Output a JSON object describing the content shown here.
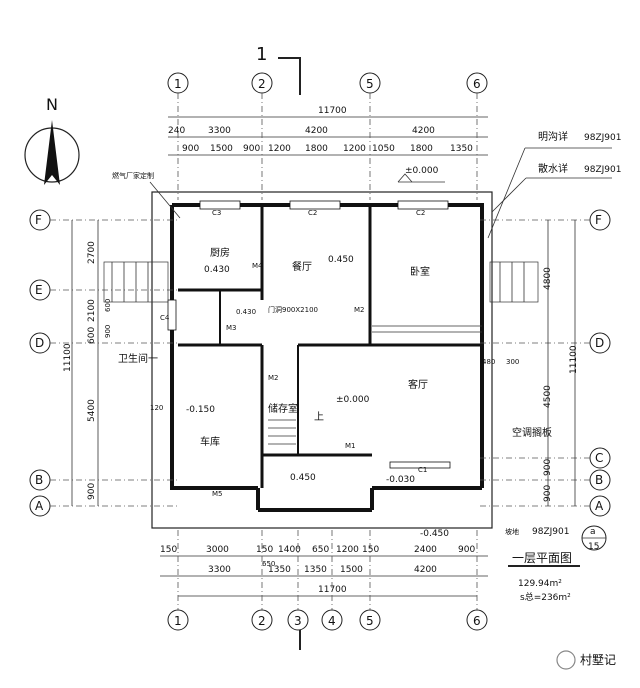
{
  "north": "N",
  "section_mark": "1",
  "grid": {
    "top": [
      "1",
      "2",
      "5",
      "6"
    ],
    "bottom": [
      "1",
      "2",
      "3",
      "4",
      "5",
      "6"
    ],
    "left": [
      "F",
      "E",
      "D",
      "B",
      "A"
    ],
    "right": [
      "F",
      "D",
      "C",
      "B",
      "A"
    ],
    "left_symbols": [
      "Ⓕ",
      "Ⓔ",
      "Ⓓ",
      "Ⓑ",
      "Ⓐ"
    ]
  },
  "dims": {
    "top_total": "11700",
    "top_mid": [
      "240",
      "3300",
      "4200",
      "4200"
    ],
    "top_detail": [
      "900",
      "1500",
      "900",
      "1200",
      "1800",
      "1200",
      "1050",
      "1800",
      "1350"
    ],
    "bottom_detail": [
      "150",
      "3000",
      "150",
      "1400",
      "650",
      "1200",
      "150",
      "2400",
      "900",
      "650"
    ],
    "bottom_mid": [
      "3300",
      "1350",
      "1350",
      "1500",
      "4200"
    ],
    "bottom_total": "11700",
    "left_outer": "11100",
    "left_inner": [
      "2700",
      "2100",
      "600",
      "5400",
      "900"
    ],
    "left_small": [
      "600",
      "900",
      "120"
    ],
    "right_outer": "11100",
    "right_inner": [
      "4800",
      "4500",
      "900",
      "900"
    ],
    "right_small": [
      "480",
      "300"
    ]
  },
  "rooms": {
    "kitchen": "厨房",
    "kitchen_level": "0.430",
    "dining": "餐厅",
    "dining_level": "0.450",
    "bedroom": "卧室",
    "living": "客厅",
    "living_level": "±0.000",
    "garage": "车库",
    "garage_level": "-0.150",
    "storage": "储存室",
    "bathroom": "卫生间一",
    "porch_level": "0.450",
    "entry_level": "-0.030",
    "outside_level": "-0.450",
    "top_level": "±0.000",
    "small_level": "0.430",
    "up": "上"
  },
  "doors": {
    "c3": "C3",
    "c2a": "C2",
    "c2b": "C2",
    "c1": "C1",
    "c4": "C4",
    "m1": "M1",
    "m2a": "M2",
    "m2b": "M2",
    "m3": "M3",
    "m4": "M4",
    "m5": "M5",
    "opening": "门洞900X2100"
  },
  "notes": {
    "ditch": "明沟详",
    "ditch_ref": "98ZJ901",
    "apron": "散水详",
    "apron_ref": "98ZJ901",
    "ac": "空调搁板",
    "vendor": "燃气厂家定制",
    "slope_label": "坡地",
    "slope_ref": "98ZJ901",
    "detail_a": "a",
    "detail_15": "15"
  },
  "title": {
    "name": "一层平面图",
    "area": "129.94m²",
    "area_total": "s总=236m²"
  },
  "watermark": "村墅记"
}
